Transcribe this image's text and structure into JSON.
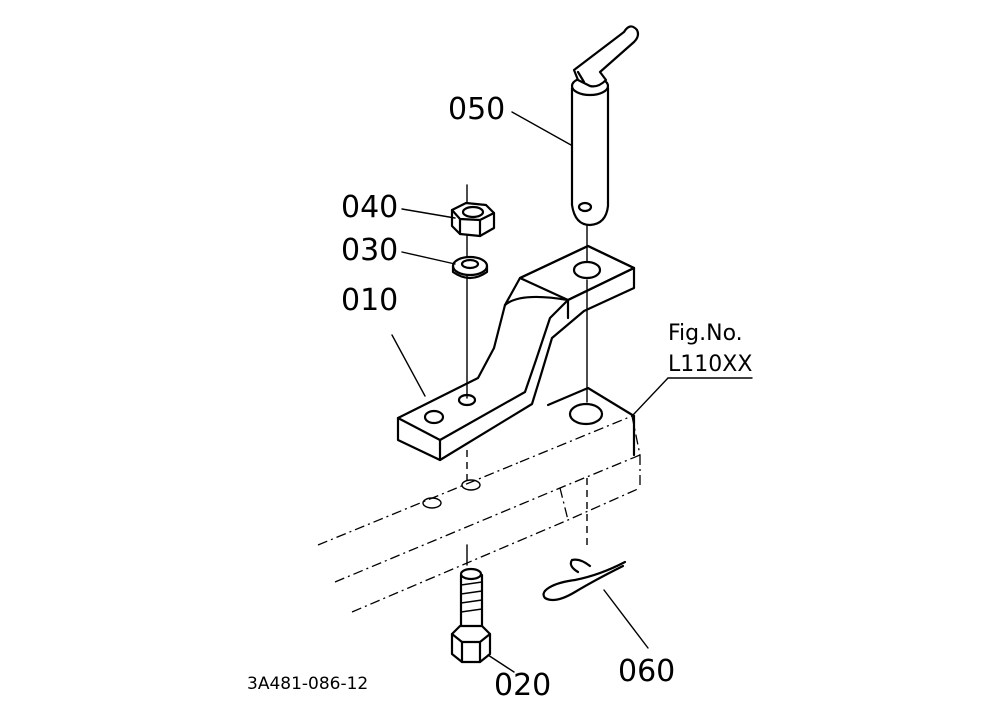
{
  "callouts": {
    "p010": "010",
    "p020": "020",
    "p030": "030",
    "p040": "040",
    "p050": "050",
    "p060": "060"
  },
  "figure": {
    "label": "Fig.No.",
    "number": "L110XX"
  },
  "drawing_code": "3A481-086-12"
}
